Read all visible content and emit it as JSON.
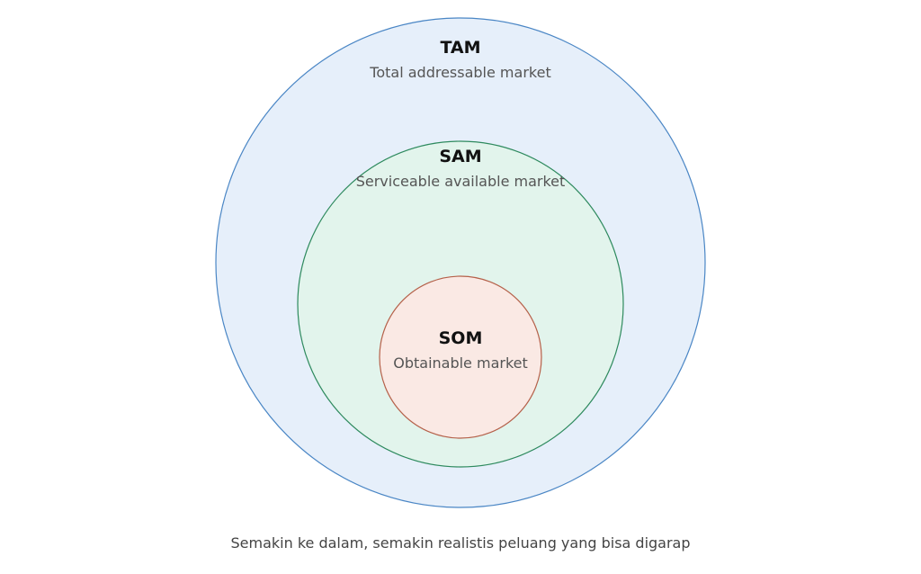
{
  "rings": [
    {
      "key": "tam",
      "title": "TAM",
      "subtitle": "Total addressable market",
      "fill": "#e6effa",
      "stroke": "#4a86c5"
    },
    {
      "key": "sam",
      "title": "SAM",
      "subtitle": "Serviceable available market",
      "fill": "#e2f4ec",
      "stroke": "#2e8a5e"
    },
    {
      "key": "som",
      "title": "SOM",
      "subtitle": "Obtainable market",
      "fill": "#fae9e4",
      "stroke": "#b5614a"
    }
  ],
  "caption": "Semakin ke dalam, semakin realistis peluang yang bisa digarap"
}
